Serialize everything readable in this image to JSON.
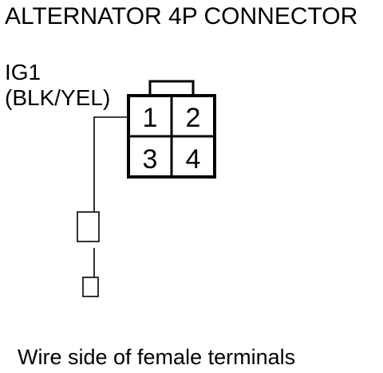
{
  "title": "ALTERNATOR 4P CONNECTOR",
  "wire": {
    "terminal_name": "IG1",
    "wire_color": "(BLK/YEL)"
  },
  "connector": {
    "pins": [
      "1",
      "2",
      "3",
      "4"
    ]
  },
  "caption": "Wire side of female terminals"
}
